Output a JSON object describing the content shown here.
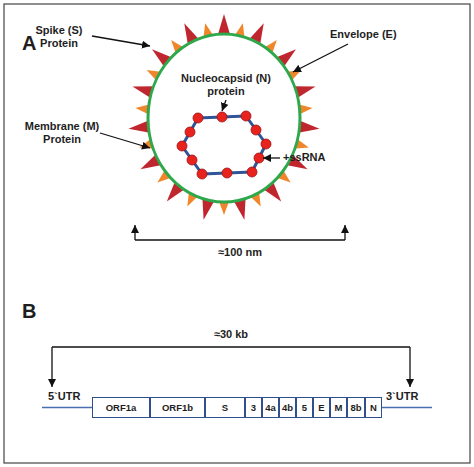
{
  "diagram": {
    "nodes": [
      {
        "text": [
          "ORF1a"
        ]
      },
      {
        "text": [
          "ORF1b"
        ]
      },
      {
        "text": [
          "S"
        ]
      },
      {
        "text": [
          "3"
        ]
      },
      {
        "text": [
          "4a"
        ]
      },
      {
        "text": [
          "4b"
        ]
      },
      {
        "text": [
          "5"
        ]
      },
      {
        "text": [
          "E"
        ]
      },
      {
        "text": [
          "M"
        ]
      },
      {
        "text": [
          "8b"
        ]
      },
      {
        "text": [
          "N"
        ]
      }
    ],
    "labels": [
      "A",
      "Spike (S) Protein",
      "Envelope (E)",
      "Nucleocapsid (N) protein",
      "Membrane (M) Protein",
      "+ssRNA",
      "≈100 nm",
      "B",
      "≈30 kb",
      "5`UTR",
      "3`UTR"
    ]
  }
}
